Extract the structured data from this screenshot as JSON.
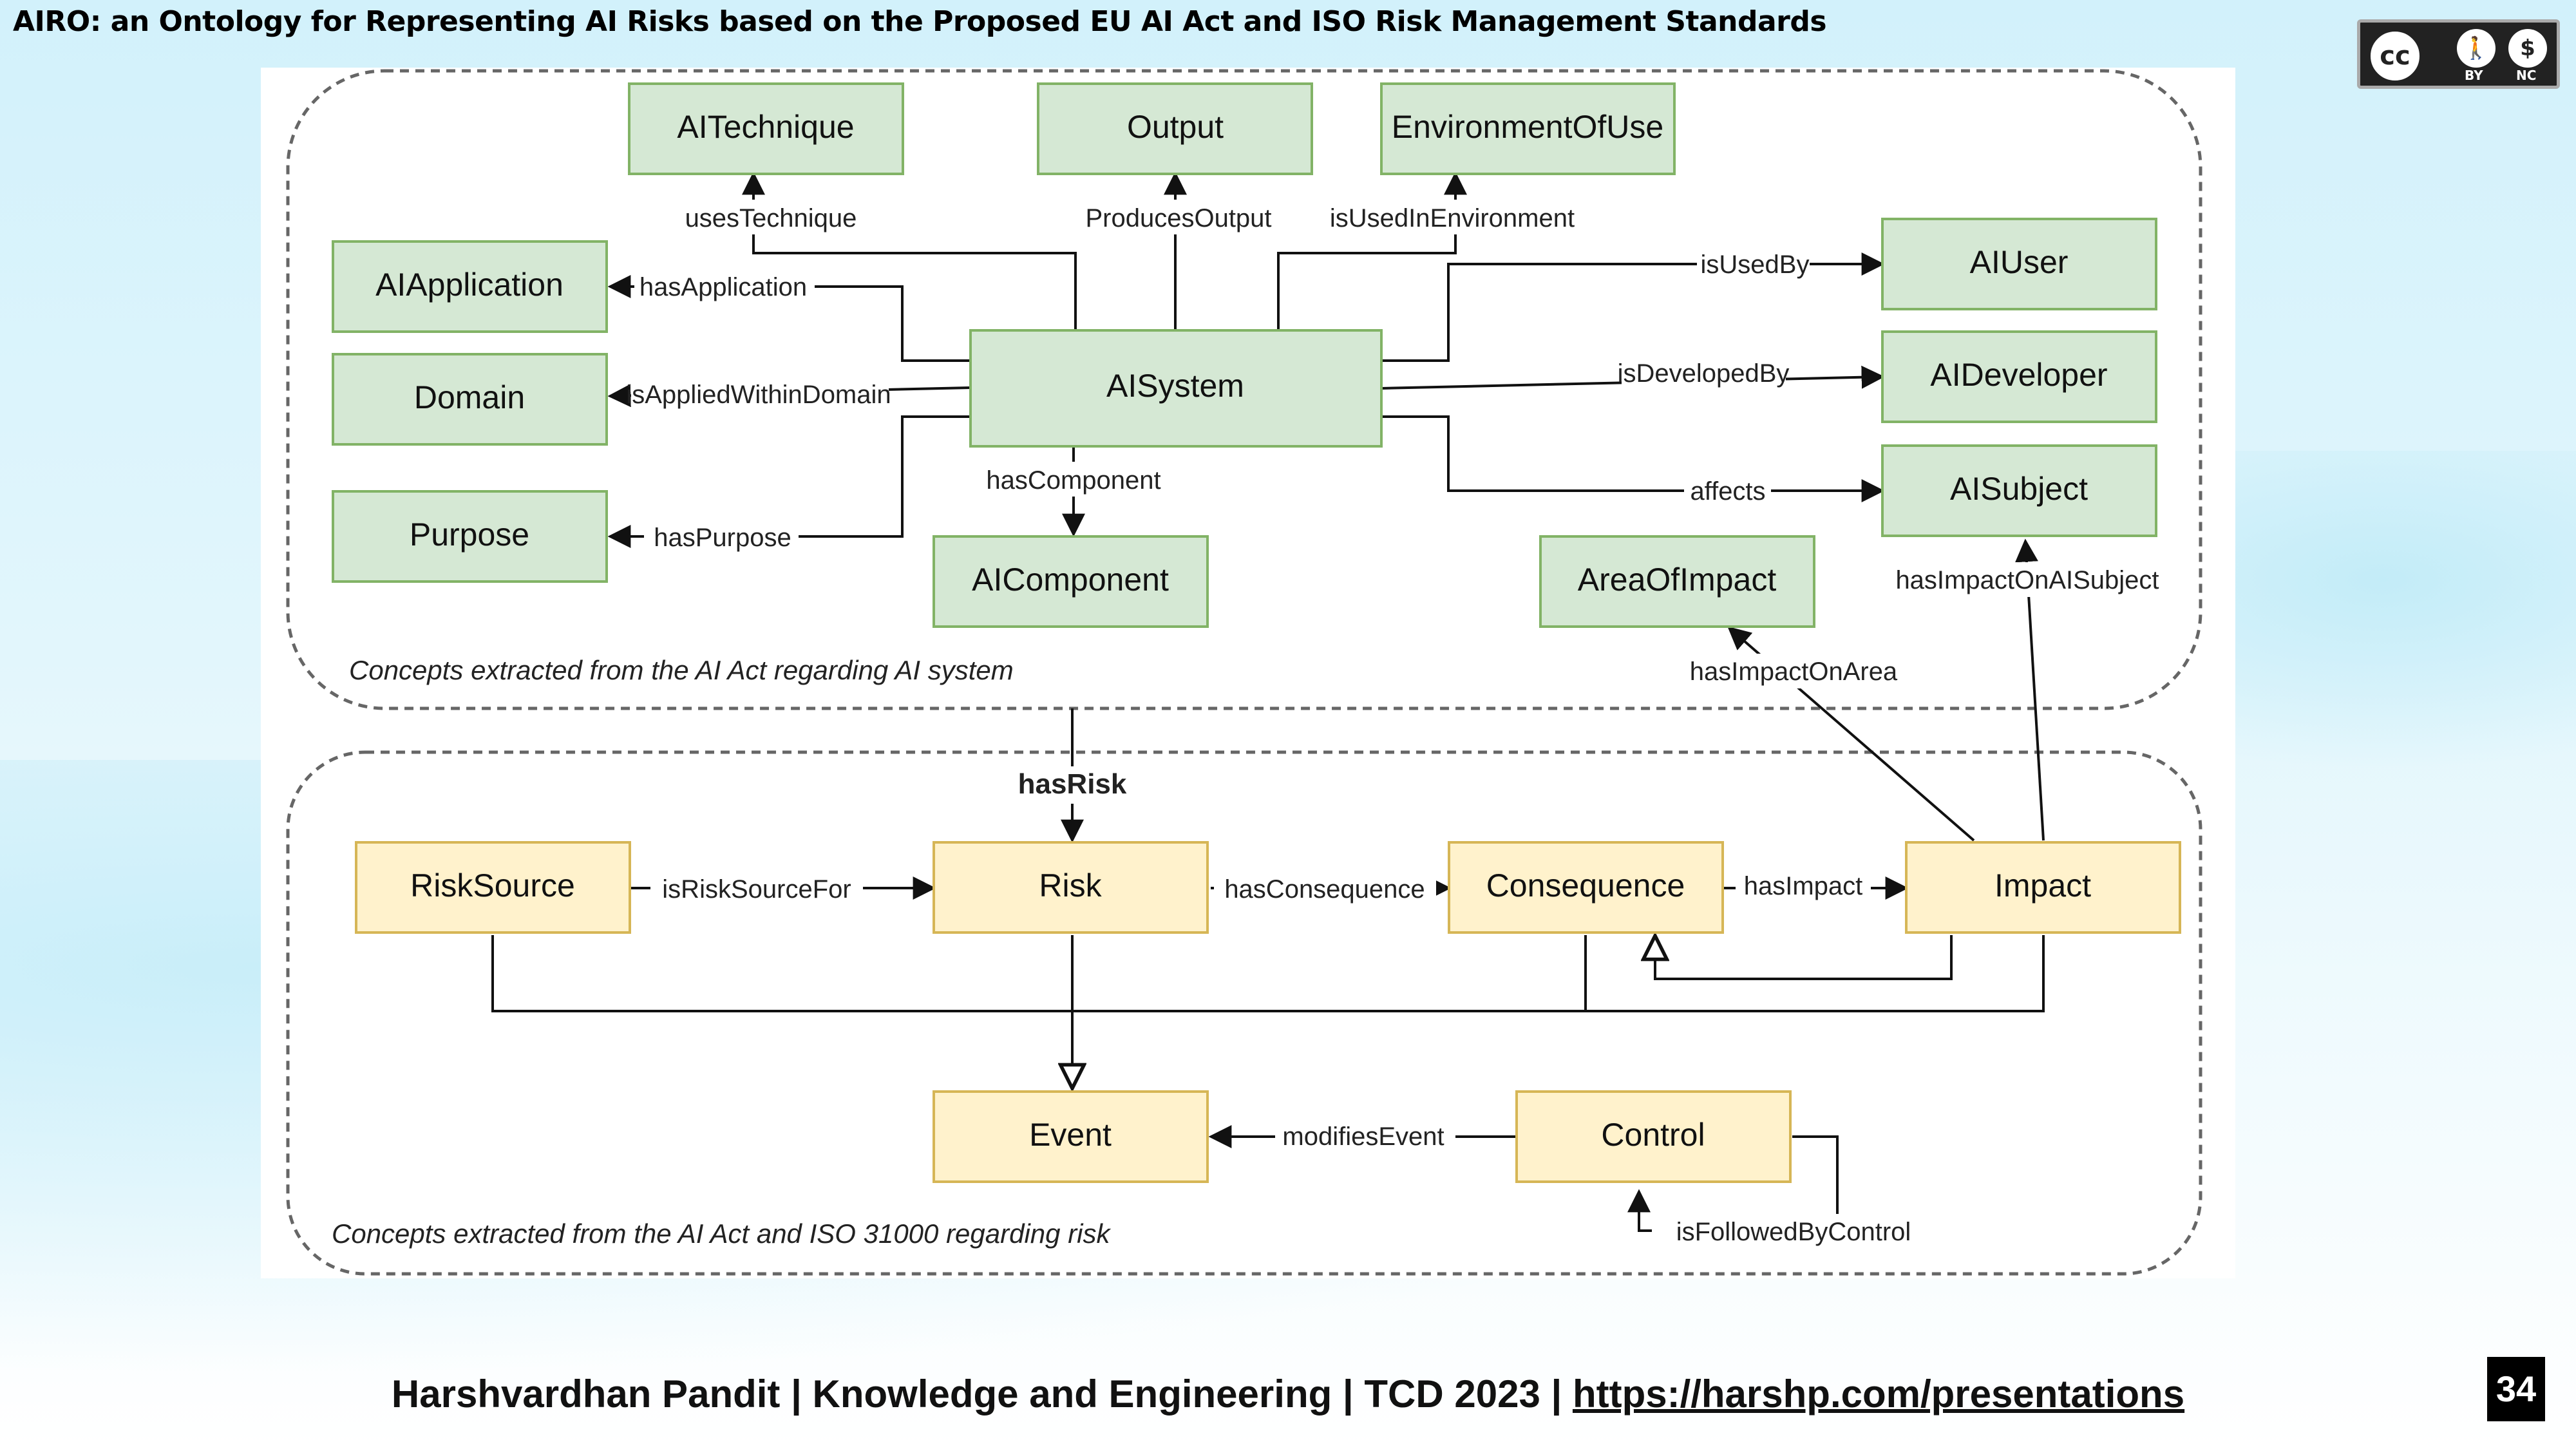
{
  "slide": {
    "title": "AIRO: an Ontology for Representing AI Risks based on the Proposed EU AI Act and ISO Risk Management Standards",
    "footer_prefix": "Harshvardhan Pandit | Knowledge and Engineering | TCD 2023 | ",
    "footer_link": "https://harshp.com/presentations",
    "page_number": "34",
    "license_badge": {
      "cc": "cc",
      "by": "BY",
      "nc": "NC"
    }
  },
  "colors": {
    "green_fill": "#d5e8d4",
    "green_stroke": "#82b366",
    "yellow_fill": "#fff2cc",
    "yellow_stroke": "#d6b656",
    "edge": "#111111"
  },
  "diagram": {
    "groups": {
      "system": "Concepts extracted from the AI Act regarding AI system",
      "risk": "Concepts extracted from the AI Act and ISO 31000 regarding risk"
    },
    "nodes": {
      "aitechnique": "AITechnique",
      "output": "Output",
      "environmentofuse": "EnvironmentOfUse",
      "aiapplication": "AIApplication",
      "domain": "Domain",
      "purpose": "Purpose",
      "aisystem": "AISystem",
      "aicomponent": "AIComponent",
      "aiuser": "AIUser",
      "aideveloper": "AIDeveloper",
      "aisubject": "AISubject",
      "areaofimpact": "AreaOfImpact",
      "risksource": "RiskSource",
      "risk": "Risk",
      "consequence": "Consequence",
      "impact": "Impact",
      "event": "Event",
      "control": "Control"
    },
    "edges": {
      "usesTechnique": "usesTechnique",
      "producesOutput": "ProducesOutput",
      "isUsedInEnvironment": "isUsedInEnvironment",
      "hasApplication": "hasApplication",
      "isAppliedWithinDomain": "isAppliedWithinDomain",
      "hasPurpose": "hasPurpose",
      "hasComponent": "hasComponent",
      "isUsedBy": "isUsedBy",
      "isDevelopedBy": "isDevelopedBy",
      "affects": "affects",
      "hasImpactOnAISubject": "hasImpactOnAISubject",
      "hasImpactOnArea": "hasImpactOnArea",
      "hasRisk": "hasRisk",
      "isRiskSourceFor": "isRiskSourceFor",
      "hasConsequence": "hasConsequence",
      "hasImpact": "hasImpact",
      "modifiesEvent": "modifiesEvent",
      "isFollowedByControl": "isFollowedByControl"
    }
  }
}
